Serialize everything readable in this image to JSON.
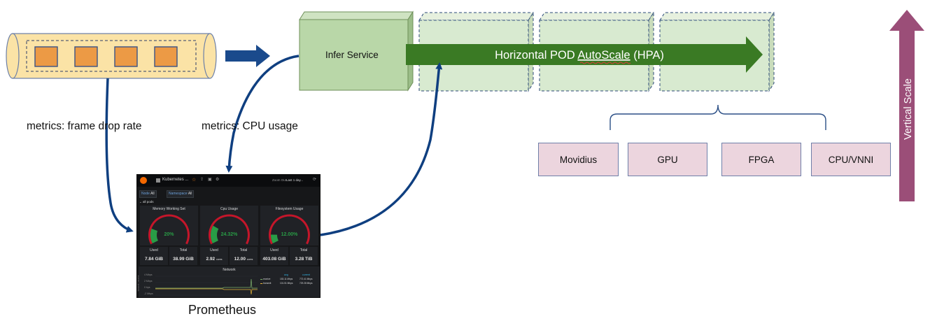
{
  "pipeline": {
    "infer_service_label": "Infer Service",
    "hpa_label_prefix": "Horizontal POD ",
    "hpa_label_misspelled": "AutoScale",
    "hpa_label_suffix": " (HPA)",
    "vertical_scale_label": "Vertical Scale",
    "metrics_frame_drop_label": "metrics: frame drop rate",
    "metrics_cpu_label": "metrics: CPU usage",
    "prometheus_label": "Prometheus"
  },
  "hardware": [
    "Movidius",
    "GPU",
    "FPGA",
    "CPU/VNNI"
  ],
  "dashboard": {
    "tab_title": "Kubernetes ...",
    "time_range": "Last 1 day...",
    "zoom_label": "Zoom Out",
    "filters": [
      {
        "label": "Node",
        "value": "All"
      },
      {
        "label": "Namespace",
        "value": "All"
      }
    ],
    "section_label": "all pods",
    "gauges": [
      {
        "title": "Memory Working Set",
        "value_text": "20%",
        "fraction": 0.2
      },
      {
        "title": "Cpu Usage",
        "value_text": "24.32%",
        "fraction": 0.2432
      },
      {
        "title": "Filesystem Usage",
        "value_text": "12.00%",
        "fraction": 0.12
      }
    ],
    "stats": [
      {
        "head": "Used",
        "value": "7.84 GiB"
      },
      {
        "head": "Total",
        "value": "38.99 GiB"
      },
      {
        "head": "Used",
        "value": "2.92",
        "unit": "cores"
      },
      {
        "head": "Total",
        "value": "12.00",
        "unit": "cores"
      },
      {
        "head": "Used",
        "value": "403.08 GiB"
      },
      {
        "head": "Total",
        "value": "3.28 TiB"
      }
    ],
    "network": {
      "title": "Network",
      "legend_cols": [
        "avg",
        "current"
      ],
      "legend_rows": [
        {
          "name": "receive",
          "avg": "153.11 Mbps",
          "current": "772.41 Mbps"
        },
        {
          "name": "transmit",
          "avg": "101.51 Mbps",
          "current": "729.28 Mbps"
        }
      ],
      "yticks": [
        "4 Mbps",
        "2 Mbps",
        "0 bps",
        "-2 Mbps"
      ],
      "ylabel": "transmit / receive"
    }
  },
  "colors": {
    "green_box": "#b9d7a8",
    "green_box_light": "#d8ead0",
    "green_border": "#6e8f59",
    "hpa_arrow": "#3a7a24",
    "blue_arrow": "#1a4a8c",
    "vertical_arrow": "#9b4e78",
    "hardware_fill": "#ecd5de",
    "queue_fill": "#fbe3a6",
    "queue_item": "#ec9a45"
  }
}
